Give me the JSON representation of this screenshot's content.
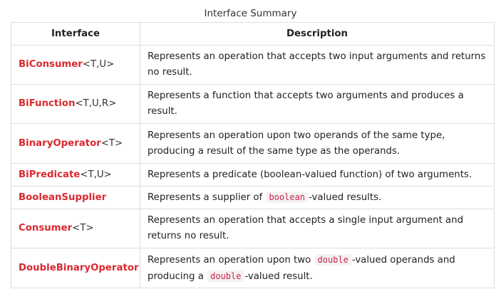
{
  "table": {
    "caption": "Interface Summary",
    "headers": {
      "interface": "Interface",
      "description": "Description"
    },
    "rows": [
      {
        "name": "BiConsumer",
        "type_params": "<T,U>",
        "description": "Represents an operation that accepts two input arguments and returns no result."
      },
      {
        "name": "BiFunction",
        "type_params": "<T,U,R>",
        "description": "Represents a function that accepts two arguments and produces a result."
      },
      {
        "name": "BinaryOperator",
        "type_params": "<T>",
        "description": "Represents an operation upon two operands of the same type, producing a result of the same type as the operands."
      },
      {
        "name": "BiPredicate",
        "type_params": "<T,U>",
        "description": "Represents a predicate (boolean-valued function) of two arguments."
      },
      {
        "name": "BooleanSupplier",
        "type_params": "",
        "description_before": "Represents a supplier of ",
        "code": "boolean",
        "description_after": "-valued results."
      },
      {
        "name": "Consumer",
        "type_params": "<T>",
        "description": "Represents an operation that accepts a single input argument and returns no result."
      },
      {
        "name": "DoubleBinaryOperator",
        "type_params": "",
        "description_before": "Represents an operation upon two ",
        "code": "double",
        "description_middle": "-valued operands and producing a ",
        "code2": "double",
        "description_after": "-valued result."
      }
    ]
  },
  "colors": {
    "link": "#d9292f",
    "code_text": "#c7254e",
    "code_bg": "#f6f2f3",
    "border": "#dddddd"
  }
}
